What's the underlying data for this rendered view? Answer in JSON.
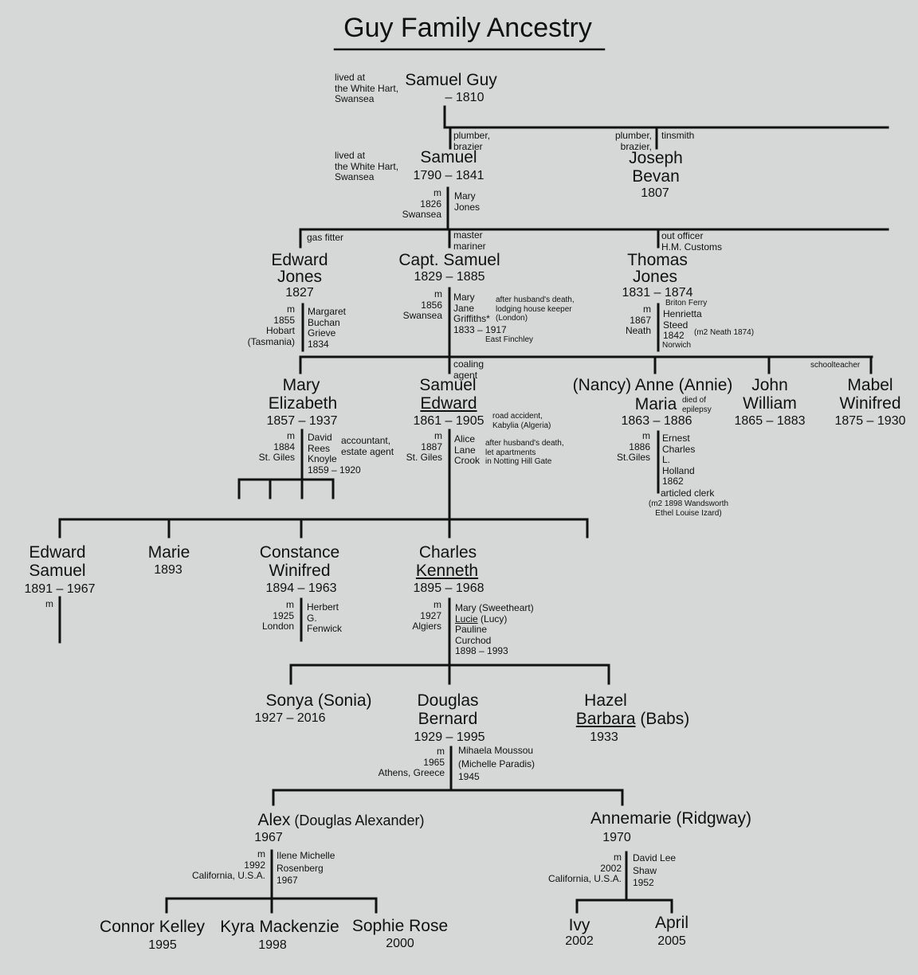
{
  "title": "Guy Family Ancestry",
  "people": {
    "samuel_guy_sr": {
      "name": "Samuel Guy",
      "years": "– 1810",
      "note": [
        "lived at",
        "the White Hart,",
        "Swansea"
      ]
    },
    "samuel": {
      "name": "Samuel",
      "years": "1790 – 1841",
      "note": [
        "lived at",
        "the White Hart,",
        "Swansea"
      ],
      "occupation": [
        "plumber,",
        "brazier"
      ]
    },
    "joseph_bevan": {
      "name1": "Joseph",
      "name2": "Bevan",
      "years": "1807",
      "occupation": [
        "plumber,",
        "brazier,"
      ],
      "occupation2": "tinsmith"
    },
    "mary_jones": {
      "marriage": [
        "m",
        "1826",
        "Swansea"
      ],
      "name": [
        "Mary",
        "Jones"
      ]
    },
    "edward_jones": {
      "name1": "Edward",
      "name2": "Jones",
      "years": "1827",
      "occupation": "gas fitter",
      "marriage": [
        "m",
        "1855",
        "Hobart",
        "(Tasmania)"
      ],
      "spouse": [
        "Margaret",
        "Buchan",
        "Grieve",
        "1834"
      ]
    },
    "capt_samuel": {
      "name": "Capt. Samuel",
      "years": "1829 – 1885",
      "occupation": [
        "master",
        "mariner"
      ],
      "marriage": [
        "m",
        "1856",
        "Swansea"
      ],
      "spouse": [
        "Mary",
        "Jane",
        "Griffiths*",
        "1833 – 1917"
      ],
      "spouse_note": [
        "after husband's death,",
        "lodging house keeper",
        "(London)"
      ],
      "spouse_place": "East Finchley"
    },
    "thomas_jones": {
      "name1": "Thomas",
      "name2": "Jones",
      "years": "1831 – 1874",
      "occupation": [
        "out officer",
        "H.M. Customs"
      ],
      "place": "Briton Ferry",
      "marriage": [
        "m",
        "1867",
        "Neath"
      ],
      "spouse": [
        "Henrietta",
        "Steed",
        "1842"
      ],
      "spouse_place": "Norwich",
      "spouse_note": "(m2 Neath 1874)"
    },
    "mary_elizabeth": {
      "name1": "Mary",
      "name2": "Elizabeth",
      "years": "1857 – 1937",
      "marriage": [
        "m",
        "1884",
        "St. Giles"
      ],
      "spouse": [
        "David",
        "Rees",
        "Knoyle",
        "1859 – 1920"
      ],
      "spouse_occupation": [
        "accountant,",
        "estate agent"
      ]
    },
    "samuel_edward": {
      "name1": "Samuel",
      "name2": "Edward",
      "years": "1861 – 1905",
      "occupation": [
        "coaling",
        "agent"
      ],
      "death_note": [
        "road accident,",
        "Kabylia (Algeria)"
      ],
      "marriage": [
        "m",
        "1887",
        "St. Giles"
      ],
      "spouse": [
        "Alice",
        "Lane",
        "Crook"
      ],
      "spouse_note": [
        "after husband's death,",
        "let apartments",
        "in Notting Hill Gate"
      ]
    },
    "anne_maria": {
      "name1": "(Nancy) Anne (Annie)",
      "name2": "Maria",
      "years": "1863 – 1886",
      "death_note": [
        "died of",
        "epilepsy"
      ],
      "marriage": [
        "m",
        "1886",
        "St.Giles"
      ],
      "spouse": [
        "Ernest",
        "Charles",
        "L.",
        "Holland",
        "1862",
        "articled clerk"
      ],
      "spouse_note": [
        "(m2 1898 Wandsworth",
        "Ethel Louise Izard)"
      ]
    },
    "john_william": {
      "name1": "John",
      "name2": "William",
      "years": "1865 – 1883"
    },
    "mabel_winifred": {
      "name1": "Mabel",
      "name2": "Winifred",
      "years": "1875 – 1930",
      "occupation": "schoolteacher"
    },
    "edward_samuel": {
      "name1": "Edward",
      "name2": "Samuel",
      "years": "1891 – 1967",
      "marriage": "m"
    },
    "marie": {
      "name": "Marie",
      "years": "1893"
    },
    "constance_winifred": {
      "name1": "Constance",
      "name2": "Winifred",
      "years": "1894 – 1963",
      "marriage": [
        "m",
        "1925",
        "London"
      ],
      "spouse": [
        "Herbert",
        "G.",
        "Fenwick"
      ]
    },
    "charles_kenneth": {
      "name1": "Charles",
      "name2": "Kenneth",
      "years": "1895 – 1968",
      "marriage": [
        "m",
        "1927",
        "Algiers"
      ],
      "spouse1": "Mary (Sweetheart)",
      "spouse2a": "Lucie",
      "spouse2b": " (Lucy)",
      "spouse3": [
        "Pauline",
        "Curchod",
        "1898 – 1993"
      ]
    },
    "sonya": {
      "name": "Sonya (Sonia)",
      "years": "1927 – 2016"
    },
    "douglas_bernard": {
      "name1": "Douglas",
      "name2": "Bernard",
      "years": "1929 – 1995",
      "marriage": [
        "m",
        "1965",
        "Athens, Greece"
      ],
      "spouse": [
        "Mihaela Moussou",
        "(Michelle Paradis)",
        "1945"
      ]
    },
    "hazel_barbara": {
      "name1": "Hazel",
      "name2a": "Barbara",
      "name2b": " (Babs)",
      "years": "1933"
    },
    "alex": {
      "name_a": "Alex",
      "name_b": " (Douglas Alexander)",
      "years": "1967",
      "marriage": [
        "m",
        "1992",
        "California, U.S.A."
      ],
      "spouse": [
        "Ilene Michelle",
        "Rosenberg",
        "1967"
      ]
    },
    "annemarie": {
      "name": "Annemarie (Ridgway)",
      "years": "1970",
      "marriage": [
        "m",
        "2002",
        "California, U.S.A."
      ],
      "spouse": [
        "David Lee",
        "Shaw",
        "1952"
      ]
    },
    "connor": {
      "name": "Connor Kelley",
      "years": "1995"
    },
    "kyra": {
      "name": "Kyra Mackenzie",
      "years": "1998"
    },
    "sophie": {
      "name": "Sophie Rose",
      "years": "2000"
    },
    "ivy": {
      "name": "Ivy",
      "years": "2002"
    },
    "april": {
      "name": "April",
      "years": "2005"
    }
  }
}
